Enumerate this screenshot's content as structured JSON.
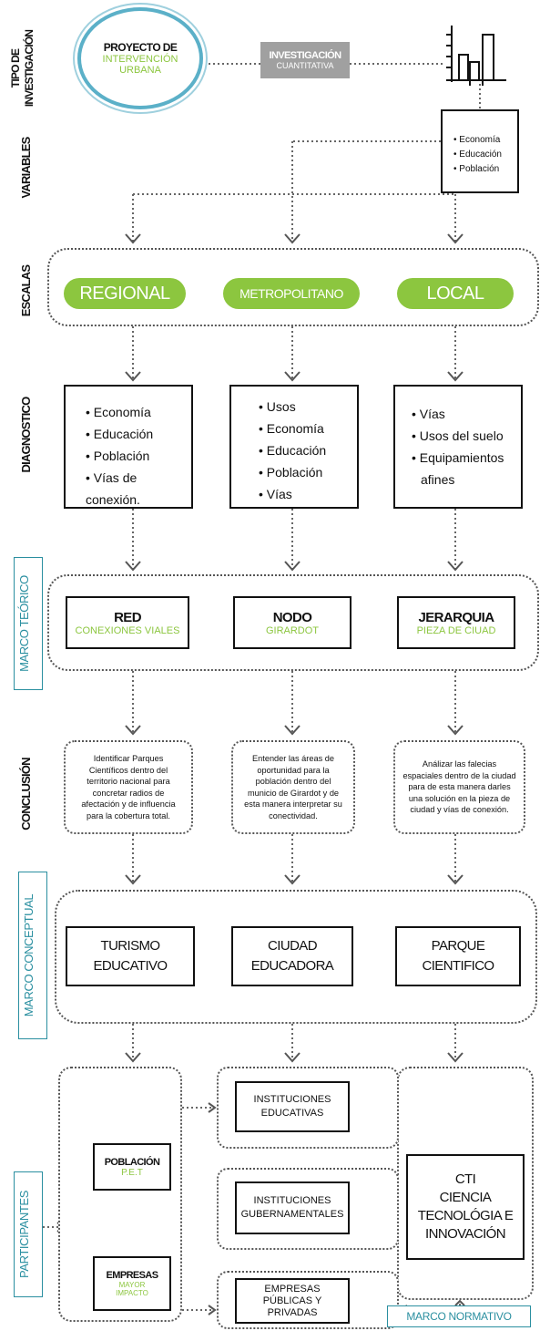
{
  "side_labels": {
    "tipo": [
      "TIPO DE",
      "INVESTIGACIÓN"
    ],
    "variables": "VARIABLES",
    "escalas": "ESCALAS",
    "diagnostico": "DIAGNOSTICO",
    "marco_teorico": "MARCO TEÓRICO",
    "conclusion": "CONCLUSIÓN",
    "marco_conceptual": "MARCO CONCEPTUAL",
    "participantes": "PARTICIPANTES"
  },
  "proyecto": {
    "line1": "PROYECTO DE",
    "line2": "INTERVENCIÓN",
    "line3": "URBANA"
  },
  "investigacion": {
    "line1": "INVESTIGACIÓN",
    "line2": "CUANTITATIVA"
  },
  "variables_list": [
    "• Economía",
    "• Educación",
    "• Población"
  ],
  "escalas": [
    "REGIONAL",
    "METROPOLITANO",
    "LOCAL"
  ],
  "diagnostico": [
    [
      "• Economía",
      "• Educación",
      "• Población",
      "• Vías de",
      "conexión."
    ],
    [
      "• Usos",
      "• Economía",
      "• Educación",
      "• Población",
      "• Vías"
    ],
    [
      "• Vías",
      "• Usos del suelo",
      "• Equipamientos",
      "afines"
    ]
  ],
  "marco_teorico": [
    {
      "title": "RED",
      "sub": "CONEXIONES VIALES"
    },
    {
      "title": "NODO",
      "sub": "GIRARDOT"
    },
    {
      "title": "JERARQUIA",
      "sub": "PIEZA DE CIUAD"
    }
  ],
  "conclusion": [
    "Identificar Parques Científicos dentro del territorio nacional para concretar radios de afectación y de influencia para la cobertura total.",
    "Entender las áreas de oportunidad para la población dentro del municio de Girardot y de esta manera interpretar su conectividad.",
    "Análizar las falecias espaciales dentro de la ciudad para de esta manera darles una solución en la pieza de ciudad y vías de conexión."
  ],
  "marco_conceptual": [
    {
      "line1": "TURISMO",
      "line2": "EDUCATIVO"
    },
    {
      "line1": "CIUDAD",
      "line2": "EDUCADORA"
    },
    {
      "line1": "PARQUE",
      "line2": "CIENTIFICO"
    }
  ],
  "participantes": {
    "poblacion": {
      "title": "POBLACIÓN",
      "sub": "P.E.T"
    },
    "empresas": {
      "title": "EMPRESAS",
      "sub1": "MAYOR",
      "sub2": "IMPACTO"
    },
    "instituciones_educativas": [
      "INSTITUCIONES",
      "EDUCATIVAS"
    ],
    "instituciones_gubernamentales": [
      "INSTITUCIONES",
      "GUBERNAMENTALES"
    ],
    "empresas_publicas": [
      "EMPRESAS",
      "PÚBLICAS Y",
      "PRIVADAS"
    ],
    "cti": [
      "CTI",
      "CIENCIA",
      "TECNOLÓGIA E",
      "INNOVACIÓN"
    ]
  },
  "marco_normativo": "MARCO NORMATIVO",
  "colors": {
    "accent_green": "#8cc63f",
    "teal": "#2a8fa0",
    "circle_blue": "#5bb0c8",
    "grey_box": "#a0a0a0"
  }
}
